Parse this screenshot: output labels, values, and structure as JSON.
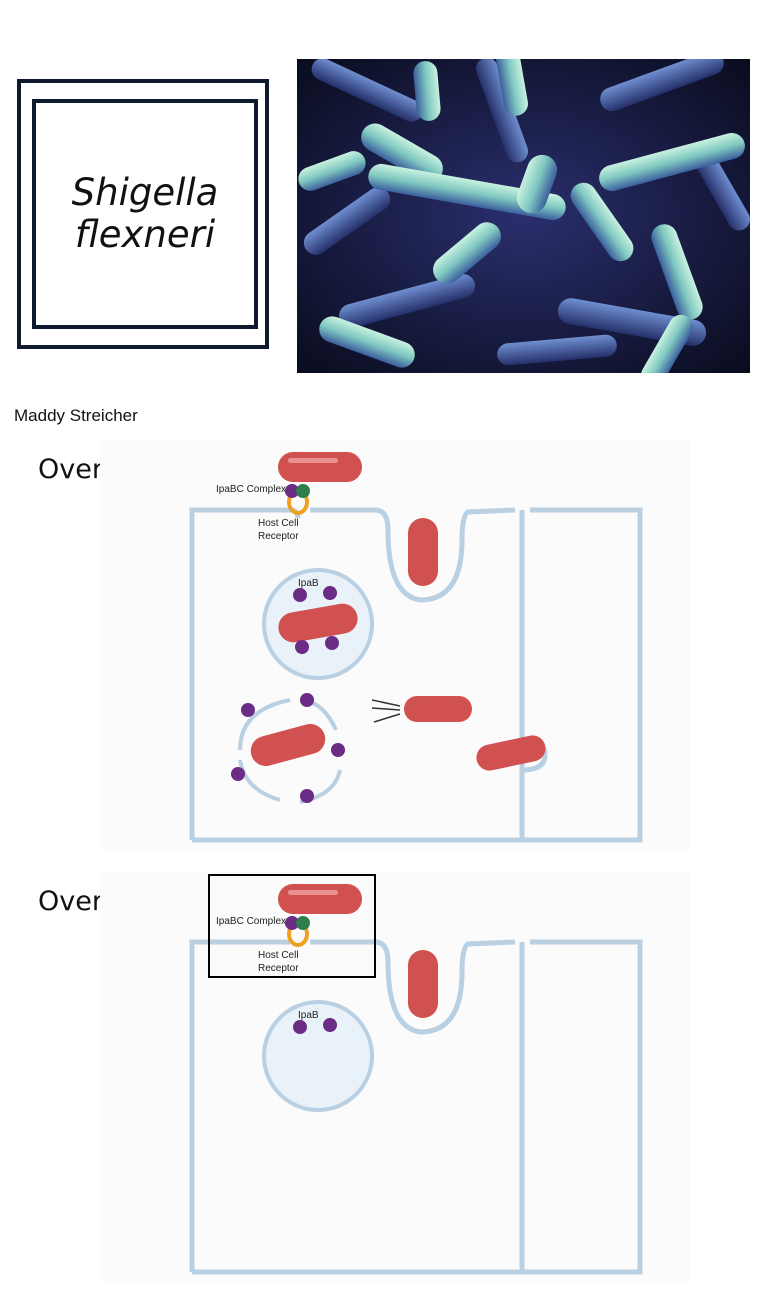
{
  "title": {
    "line1": "Shigella",
    "line2": "flexneri"
  },
  "author": "Maddy Streicher",
  "slides": [
    {
      "heading": "Overview",
      "labels": {
        "complex": "IpaBC Complex",
        "receptor_line1": "Host Cell",
        "receptor_line2": "Receptor",
        "ipab": "IpaB"
      }
    },
    {
      "heading": "Overview",
      "labels": {
        "complex": "IpaBC Complex",
        "receptor_line1": "Host Cell",
        "receptor_line2": "Receptor",
        "ipab": "IpaB"
      }
    }
  ],
  "colors": {
    "bacterium": "#d0514f",
    "membrane": "#b9cfe2",
    "protein_purple": "#6a2c85",
    "protein_green": "#2e7d4f",
    "receptor_orange": "#f0a020",
    "frame": "#0f1a2e"
  }
}
